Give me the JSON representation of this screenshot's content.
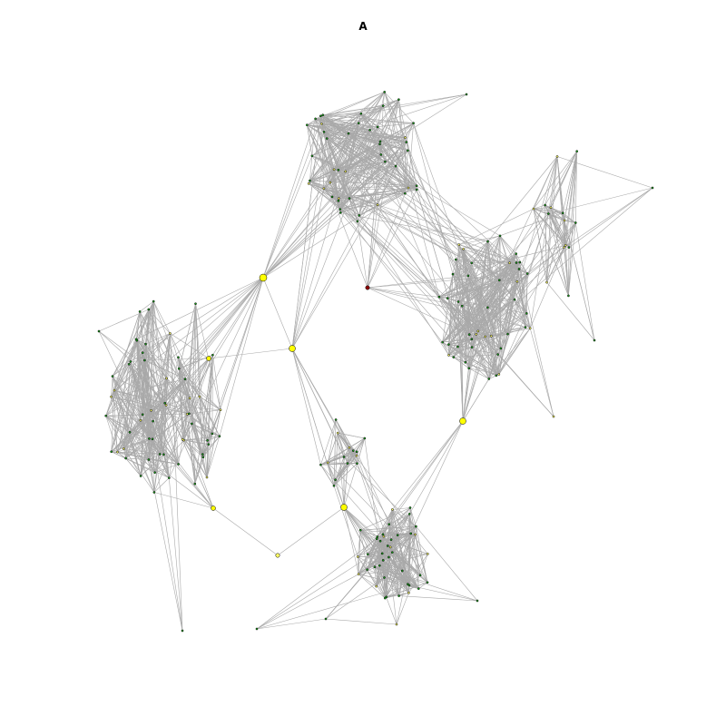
{
  "title": "A",
  "colors": {
    "edge": "#a9a9a9",
    "node_small": "#1a9e1a",
    "node_hub": "#ffff00",
    "node_accent": "#8b0000",
    "node_outline": "#000000"
  },
  "node_types": [
    "small",
    "hub",
    "accent"
  ]
}
